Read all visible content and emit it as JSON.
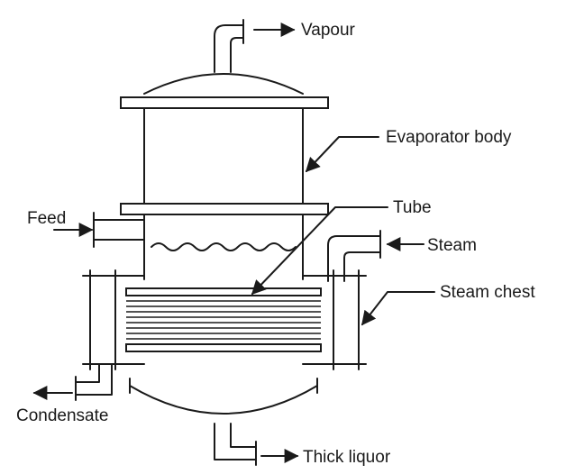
{
  "diagram": {
    "labels": {
      "vapour": "Vapour",
      "evaporator_body": "Evaporator body",
      "tube": "Tube",
      "feed": "Feed",
      "steam": "Steam",
      "steam_chest": "Steam chest",
      "condensate": "Condensate",
      "thick_liquor": "Thick liquor"
    },
    "colors": {
      "line": "#1a1a1a",
      "background": "#ffffff"
    }
  }
}
